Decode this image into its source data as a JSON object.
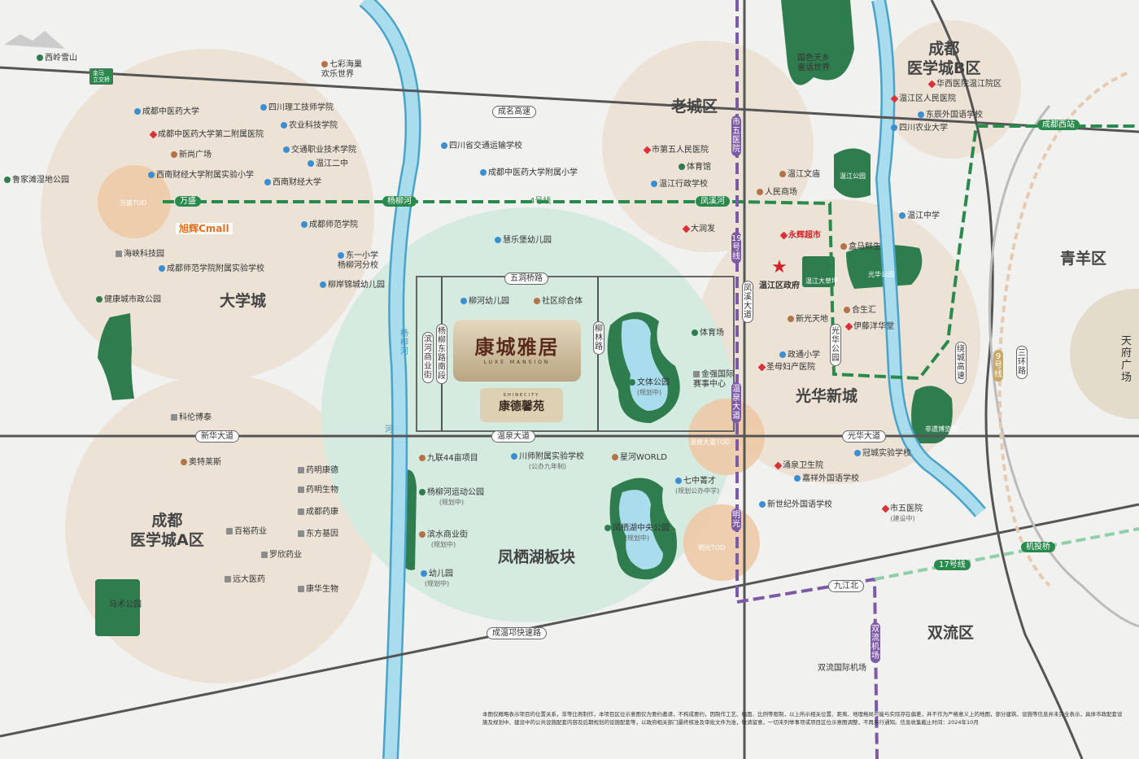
{
  "districts": [
    "大学城",
    "成都\n医学城A区",
    "老城区",
    "成都\n医学城B区",
    "青羊区",
    "光华新城",
    "凤栖湖板块",
    "双流区"
  ],
  "pois": [
    {
      "name": "西岭雪山",
      "icon": "park"
    },
    {
      "name": "七彩海巢\n欢乐世界",
      "icon": "shop"
    },
    {
      "name": "成都中医药大学",
      "icon": "school"
    },
    {
      "name": "四川理工技师学院",
      "icon": "school"
    },
    {
      "name": "农业科技学院",
      "icon": "school"
    },
    {
      "name": "成都中医药大学第二附属医院",
      "icon": "hosp"
    },
    {
      "name": "新尚广场",
      "icon": "shop"
    },
    {
      "name": "交通职业技术学院",
      "icon": "school"
    },
    {
      "name": "温江二中",
      "icon": "school"
    },
    {
      "name": "西南财经大学附属实验小学",
      "icon": "school"
    },
    {
      "name": "西南财经大学",
      "icon": "school"
    },
    {
      "name": "鲁家滩湿地公园",
      "icon": "park"
    },
    {
      "name": "四川省交通运输学校",
      "icon": "school"
    },
    {
      "name": "成都中医药大学附属小学",
      "icon": "school"
    },
    {
      "name": "成都师范学院",
      "icon": "school"
    },
    {
      "name": "慧乐堡幼儿园",
      "icon": "school"
    },
    {
      "name": "海峡科技园",
      "icon": "bio"
    },
    {
      "name": "成都师范学院附属实验学校",
      "icon": "school"
    },
    {
      "name": "东一小学\n杨柳河分校",
      "icon": "school"
    },
    {
      "name": "柳岸锦城幼儿园",
      "icon": "school"
    },
    {
      "name": "健康城市政公园",
      "icon": "park"
    },
    {
      "name": "柳河幼儿园",
      "icon": "school"
    },
    {
      "name": "社区综合体",
      "icon": "shop"
    },
    {
      "name": "科伦博泰",
      "icon": "bio"
    },
    {
      "name": "奥特莱斯",
      "icon": "shop"
    },
    {
      "name": "药明康德",
      "icon": "bio"
    },
    {
      "name": "药明生物",
      "icon": "bio"
    },
    {
      "name": "成都药康",
      "icon": "bio"
    },
    {
      "name": "百裕药业",
      "icon": "bio"
    },
    {
      "name": "东方基因",
      "icon": "bio"
    },
    {
      "name": "罗欣药业",
      "icon": "bio"
    },
    {
      "name": "远大医药",
      "icon": "bio"
    },
    {
      "name": "康华生物",
      "icon": "bio"
    },
    {
      "name": "马术公园",
      "icon": "park"
    },
    {
      "name": "九联44亩项目",
      "icon": "shop"
    },
    {
      "name": "川师附属实验学校",
      "icon": "school",
      "sub": "(公办九年制)"
    },
    {
      "name": "星河WORLD",
      "icon": "shop"
    },
    {
      "name": "杨柳河运动公园",
      "icon": "park",
      "sub": "(规划中)"
    },
    {
      "name": "滨水商业街",
      "icon": "shop",
      "sub": "(规划中)"
    },
    {
      "name": "幼儿园",
      "icon": "school",
      "sub": "(规划中)"
    },
    {
      "name": "七中菁才",
      "icon": "school",
      "sub": "(规划公办中学)"
    },
    {
      "name": "凤栖湖中央公园",
      "icon": "park",
      "sub": "(规划中)"
    },
    {
      "name": "文体公园",
      "icon": "park",
      "sub": "(规划中)"
    },
    {
      "name": "体育场",
      "icon": "park"
    },
    {
      "name": "金强国际\n赛事中心",
      "icon": "bio"
    },
    {
      "name": "市第五人民医院",
      "icon": "hosp"
    },
    {
      "name": "体育馆",
      "icon": "park"
    },
    {
      "name": "温江行政学校",
      "icon": "school"
    },
    {
      "name": "大润发",
      "icon": "hosp"
    },
    {
      "name": "温江文庙",
      "icon": "shop"
    },
    {
      "name": "人民商场",
      "icon": "shop"
    },
    {
      "name": "永辉超市",
      "icon": "hosp"
    },
    {
      "name": "盒马鲜生",
      "icon": "shop"
    },
    {
      "name": "温江区政府",
      "icon": "none"
    },
    {
      "name": "新光天地",
      "icon": "shop"
    },
    {
      "name": "合生汇",
      "icon": "shop"
    },
    {
      "name": "伊藤洋华堂",
      "icon": "hosp"
    },
    {
      "name": "政通小学",
      "icon": "school"
    },
    {
      "name": "圣母妇产医院",
      "icon": "hosp"
    },
    {
      "name": "温江中学",
      "icon": "school"
    },
    {
      "name": "国色天乡\n童话世界",
      "icon": "none"
    },
    {
      "name": "华西医院温江院区",
      "icon": "hosp"
    },
    {
      "name": "温江区人民医院",
      "icon": "hosp"
    },
    {
      "name": "东辰外国语学校",
      "icon": "school"
    },
    {
      "name": "四川农业大学",
      "icon": "school"
    },
    {
      "name": "涌泉卫生院",
      "icon": "hosp"
    },
    {
      "name": "嘉祥外国语学校",
      "icon": "school"
    },
    {
      "name": "新世纪外国语学校",
      "icon": "school"
    },
    {
      "name": "冠城实验学校",
      "icon": "school"
    },
    {
      "name": "市五医院",
      "icon": "hosp",
      "sub": "(建设中)"
    },
    {
      "name": "双流国际机场",
      "icon": "none"
    },
    {
      "name": "温江公园",
      "icon": "none"
    },
    {
      "name": "光华公园",
      "icon": "none"
    },
    {
      "name": "温江大草坪",
      "icon": "none"
    },
    {
      "name": "非遗博览园",
      "icon": "none"
    },
    {
      "name": "天\n府\n广\n场",
      "icon": "none"
    }
  ],
  "roads": [
    "成名高速",
    "新华大道",
    "温泉大道",
    "光华大道",
    "成温邛快速路",
    "五洞桥路",
    "九江北",
    "金马\n立交桥"
  ],
  "vroads": [
    "凤溪大道",
    "光华公园",
    "绕城高速",
    "三环路",
    "滨河商业街",
    "杨柳东路南段",
    "柳林路",
    "杨柳河",
    "河"
  ],
  "metro": [
    "万盛",
    "杨柳河",
    "4号线",
    "凤溪河",
    "成都西站",
    "17号线",
    "机投桥"
  ],
  "vmetro": [
    "市五医院",
    "19号线",
    "温泉大道",
    "明光",
    "双流机场",
    "9号线"
  ],
  "tod": [
    "万盛TOD",
    "温泉大道TOD",
    "明光TOD"
  ],
  "mall_logo": "旭辉Cmall",
  "project_logo": {
    "name": "康城雅居",
    "en": "LUXE MANSION"
  },
  "project_logo2": {
    "name": "康德馨苑",
    "en": "SHINECITY"
  },
  "disclaimer": "本图仅概略表示项目的位置关系，非等比例制作，本项目区位示意图仅为要约邀请，不构成要约，因制作工艺、幅面、比例等限制，以上所示相关位置、距离、地理格局可能与实际存在偏差，并不作为严格意义上的地图，部分建筑、设施等信息并未完全表示，具体市政配套设施及规划中、建设中的公共设施配套内容及后期规划的设施配套等，以政府相关部门最终核准及审批文件为准，敬请留意，一切未列举事项或项目区位示意图调整，不再另行通知。信息收集截止时间：2024年10月",
  "colors": {
    "background": "#f1f1ef",
    "zone": "#ece3d6",
    "project_zone": "#d5ebdf",
    "park": "#2f7d4e",
    "river": "#a9dcec",
    "metro_green": "#2a8a4d",
    "metro_purple": "#7c5aa6",
    "tod": "#efc7a3",
    "road": "#555555"
  }
}
